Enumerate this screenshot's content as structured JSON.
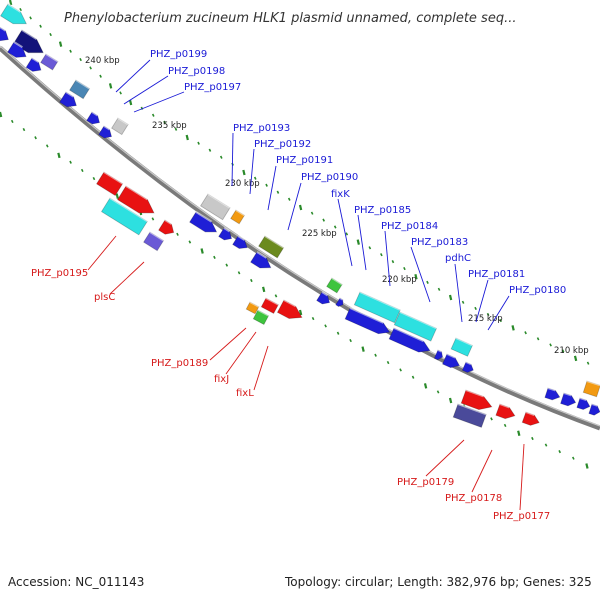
{
  "title": "Phenylobacterium zucineum HLK1 plasmid unnamed, complete seq...",
  "footer": {
    "accession": "Accession: NC_011143",
    "summary": "Topology: circular; Length: 382,976 bp; Genes: 325"
  },
  "colors": {
    "forward_label": "#1a1ad6",
    "reverse_label": "#d61a1a",
    "backbone": "#808080",
    "tick": "#2a8a2a"
  },
  "ruler": [
    "240 kbp",
    "235 kbp",
    "230 kbp",
    "225 kbp",
    "220 kbp",
    "215 kbp",
    "210 kbp"
  ],
  "forward_genes": [
    "PHZ_p0199",
    "PHZ_p0198",
    "PHZ_p0197",
    "PHZ_p0193",
    "PHZ_p0192",
    "PHZ_p0191",
    "PHZ_p0190",
    "fixK",
    "PHZ_p0185",
    "PHZ_p0184",
    "PHZ_p0183",
    "pdhC",
    "PHZ_p0181",
    "PHZ_p0180"
  ],
  "reverse_genes": [
    "PHZ_p0195",
    "plsC",
    "PHZ_p0189",
    "fixJ",
    "fixL",
    "PHZ_p0179",
    "PHZ_p0178",
    "PHZ_p0177"
  ]
}
